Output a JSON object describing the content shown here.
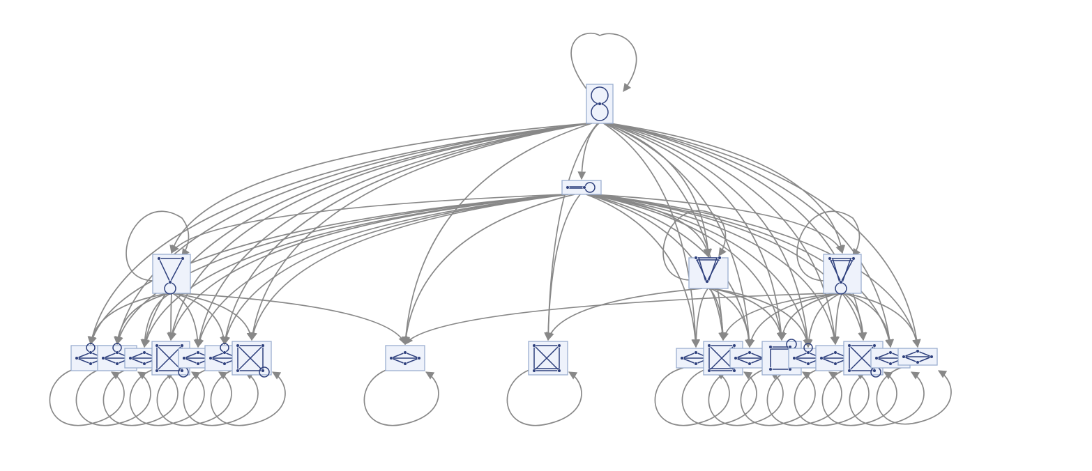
{
  "diagram": {
    "type": "directed-multigraph",
    "colors": {
      "edge": "#888888",
      "node_fill": "#eef2fb",
      "node_border": "#9aaed0",
      "glyph": "#2d3f7c"
    },
    "nodes": [
      {
        "id": "root",
        "glyph": "figure-eight-graph"
      },
      {
        "id": "l1",
        "glyph": "path-with-loop-graph"
      },
      {
        "id": "l2a",
        "glyph": "triangle-with-loop-graph"
      },
      {
        "id": "l2b",
        "glyph": "triangle-multi-edge-graph"
      },
      {
        "id": "l2c",
        "glyph": "triangle-loop-multi-edge-graph"
      },
      {
        "id": "b0",
        "glyph": "diamond-loop-graph"
      },
      {
        "id": "b1",
        "glyph": "diamond-loop-graph"
      },
      {
        "id": "b2",
        "glyph": "diamond-graph"
      },
      {
        "id": "b3",
        "glyph": "complete-k4-loop-graph"
      },
      {
        "id": "b4",
        "glyph": "diamond-graph"
      },
      {
        "id": "b5",
        "glyph": "diamond-loop-graph"
      },
      {
        "id": "b6",
        "glyph": "complete-k4-loop-graph"
      },
      {
        "id": "c1",
        "glyph": "diamond-graph"
      },
      {
        "id": "c2",
        "glyph": "complete-k4-multi-edge-graph"
      },
      {
        "id": "d0",
        "glyph": "diamond-graph"
      },
      {
        "id": "d1",
        "glyph": "complete-k4-multi-edge-graph"
      },
      {
        "id": "d2",
        "glyph": "diamond-graph"
      },
      {
        "id": "d3",
        "glyph": "square-loop-graph"
      },
      {
        "id": "d4",
        "glyph": "diamond-loop-graph"
      },
      {
        "id": "d5",
        "glyph": "diamond-graph"
      },
      {
        "id": "d6",
        "glyph": "complete-k4-loop-graph"
      },
      {
        "id": "d7",
        "glyph": "diamond-graph"
      },
      {
        "id": "d8",
        "glyph": "diamond-graph"
      }
    ],
    "edges": [
      [
        "root",
        "root"
      ],
      [
        "root",
        "l1"
      ],
      [
        "root",
        "l2a"
      ],
      [
        "root",
        "l2b"
      ],
      [
        "root",
        "l2c"
      ],
      [
        "root",
        "b0"
      ],
      [
        "root",
        "b1"
      ],
      [
        "root",
        "b2"
      ],
      [
        "root",
        "b3"
      ],
      [
        "root",
        "b4"
      ],
      [
        "root",
        "b5"
      ],
      [
        "root",
        "b6"
      ],
      [
        "root",
        "c1"
      ],
      [
        "root",
        "c2"
      ],
      [
        "root",
        "d0"
      ],
      [
        "root",
        "d1"
      ],
      [
        "root",
        "d2"
      ],
      [
        "root",
        "d3"
      ],
      [
        "root",
        "d4"
      ],
      [
        "root",
        "d5"
      ],
      [
        "root",
        "d6"
      ],
      [
        "root",
        "d7"
      ],
      [
        "root",
        "d8"
      ],
      [
        "l1",
        "l2a"
      ],
      [
        "l1",
        "l2b"
      ],
      [
        "l1",
        "l2c"
      ],
      [
        "l1",
        "b0"
      ],
      [
        "l1",
        "b1"
      ],
      [
        "l1",
        "b2"
      ],
      [
        "l1",
        "b3"
      ],
      [
        "l1",
        "b4"
      ],
      [
        "l1",
        "b5"
      ],
      [
        "l1",
        "b6"
      ],
      [
        "l1",
        "c1"
      ],
      [
        "l1",
        "c2"
      ],
      [
        "l1",
        "d0"
      ],
      [
        "l1",
        "d1"
      ],
      [
        "l1",
        "d2"
      ],
      [
        "l1",
        "d3"
      ],
      [
        "l1",
        "d4"
      ],
      [
        "l1",
        "d5"
      ],
      [
        "l1",
        "d6"
      ],
      [
        "l1",
        "d7"
      ],
      [
        "l1",
        "d8"
      ],
      [
        "l2a",
        "l2a"
      ],
      [
        "l2a",
        "b0"
      ],
      [
        "l2a",
        "b1"
      ],
      [
        "l2a",
        "b2"
      ],
      [
        "l2a",
        "b3"
      ],
      [
        "l2a",
        "b4"
      ],
      [
        "l2a",
        "b5"
      ],
      [
        "l2a",
        "b6"
      ],
      [
        "l2a",
        "c1"
      ],
      [
        "l2b",
        "l2b"
      ],
      [
        "l2b",
        "c2"
      ],
      [
        "l2b",
        "d0"
      ],
      [
        "l2b",
        "d1"
      ],
      [
        "l2b",
        "d2"
      ],
      [
        "l2b",
        "d3"
      ],
      [
        "l2b",
        "d4"
      ],
      [
        "l2c",
        "l2c"
      ],
      [
        "l2c",
        "c1"
      ],
      [
        "l2c",
        "d1"
      ],
      [
        "l2c",
        "d2"
      ],
      [
        "l2c",
        "d3"
      ],
      [
        "l2c",
        "d4"
      ],
      [
        "l2c",
        "d5"
      ],
      [
        "l2c",
        "d6"
      ],
      [
        "l2c",
        "d7"
      ],
      [
        "l2c",
        "d8"
      ],
      [
        "b0",
        "b0"
      ],
      [
        "b1",
        "b1"
      ],
      [
        "b2",
        "b2"
      ],
      [
        "b3",
        "b3"
      ],
      [
        "b4",
        "b4"
      ],
      [
        "b5",
        "b5"
      ],
      [
        "b6",
        "b6"
      ],
      [
        "c1",
        "c1"
      ],
      [
        "c2",
        "c2"
      ],
      [
        "d0",
        "d0"
      ],
      [
        "d1",
        "d1"
      ],
      [
        "d2",
        "d2"
      ],
      [
        "d3",
        "d3"
      ],
      [
        "d4",
        "d4"
      ],
      [
        "d5",
        "d5"
      ],
      [
        "d6",
        "d6"
      ],
      [
        "d7",
        "d7"
      ],
      [
        "d8",
        "d8"
      ]
    ]
  }
}
